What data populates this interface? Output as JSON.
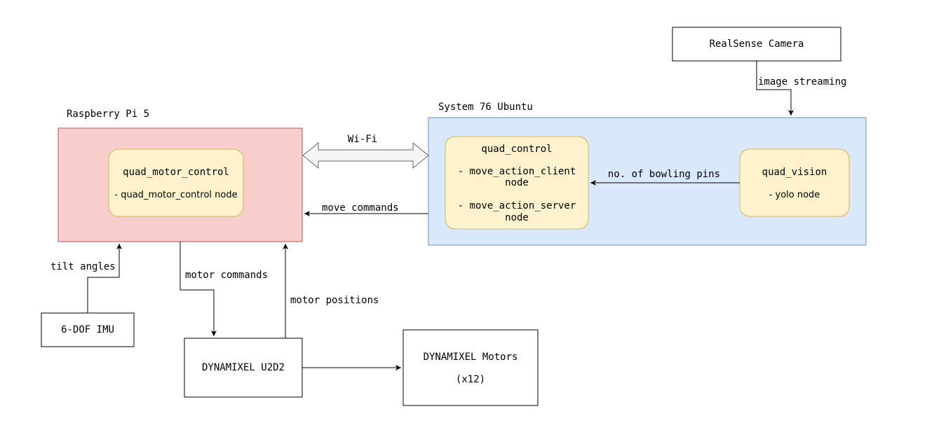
{
  "containers": {
    "raspberry_pi": {
      "title": "Raspberry Pi 5"
    },
    "system76": {
      "title": "System 76 Ubuntu"
    }
  },
  "nodes": {
    "quad_motor_control": {
      "title": "quad_motor_control",
      "detail": "- quad_motor_control node"
    },
    "quad_control": {
      "title": "quad_control",
      "items": [
        {
          "line1": "-  move_action_client",
          "line2": "node"
        },
        {
          "line1": "-  move_action_server",
          "line2": "node"
        }
      ]
    },
    "quad_vision": {
      "title": "quad_vision",
      "detail": "- yolo node"
    }
  },
  "devices": {
    "realsense": {
      "label": "RealSense Camera"
    },
    "imu": {
      "label": "6-DOF IMU"
    },
    "u2d2": {
      "label": "DYNAMIXEL U2D2"
    },
    "motors": {
      "label": "DYNAMIXEL Motors",
      "detail": "(x12)"
    }
  },
  "edges": {
    "wifi": "Wi-Fi",
    "image_streaming": "image streaming",
    "bowling_pins": "no. of bowling pins",
    "move_commands": "move commands",
    "tilt_angles": "tilt angles",
    "motor_commands": "motor commands",
    "motor_positions": "motor positions"
  },
  "colors": {
    "pi_fill": "#f8cecc",
    "pi_stroke": "#b85450",
    "ubuntu_fill": "#dae8fc",
    "ubuntu_stroke": "#6c8ebf",
    "node_fill": "#fff2cc",
    "node_stroke": "#d6b656"
  }
}
